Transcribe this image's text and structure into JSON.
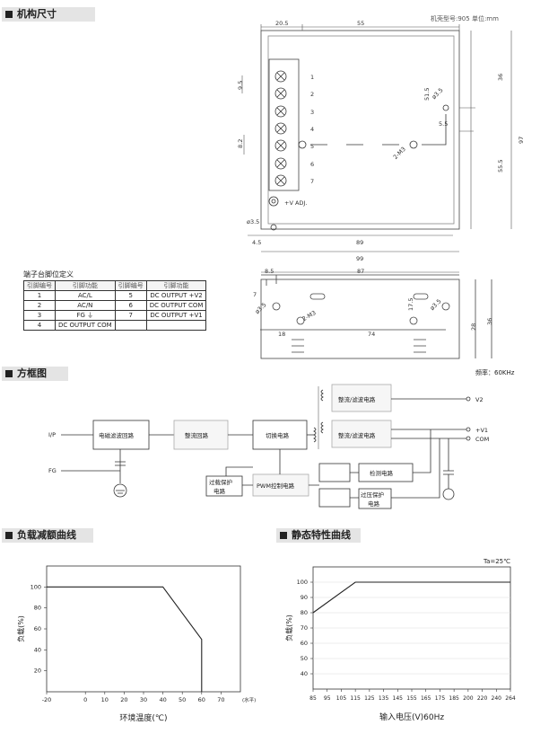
{
  "sections": {
    "mechanical": "机构尺寸",
    "block_diagram": "方框图",
    "derating": "负载减额曲线",
    "static": "静态特性曲线"
  },
  "case_info": "机壳型号:905   单位:mm",
  "frequency": "频率：60KHz",
  "dims": {
    "d20_5": "20.5",
    "d55": "55",
    "d9_5": "9.5",
    "d51_5": "51.5",
    "d8_2": "8.2",
    "d3_5a": "ø3.5",
    "d36a": "36",
    "d97": "97",
    "d5_5": "5.5",
    "d55_5": "55.5",
    "d2m3a": "2-M3",
    "d4_5": "4.5",
    "d89": "89",
    "d99": "99",
    "d3_5b": "ø3.5",
    "d8_5": "8.5",
    "d87": "87",
    "d7": "7",
    "d17_5": "17.5",
    "d2m3b": "2-M3",
    "d3_5c": "ø3.5",
    "d3_5d": "ø3.5",
    "d18": "18",
    "d74": "74",
    "d28": "28",
    "d36b": "36",
    "vadj": "+V ADJ.",
    "terminals": [
      "1",
      "2",
      "3",
      "4",
      "5",
      "6",
      "7"
    ]
  },
  "pin_table": {
    "title": "端子台脚位定义",
    "headers": [
      "引脚编号",
      "引脚功能",
      "引脚编号",
      "引脚功能"
    ],
    "rows": [
      [
        "1",
        "AC/L",
        "5",
        "DC OUTPUT +V2"
      ],
      [
        "2",
        "AC/N",
        "6",
        "DC OUTPUT COM"
      ],
      [
        "3",
        "FG ⏚",
        "7",
        "DC OUTPUT +V1"
      ],
      [
        "4",
        "DC OUTPUT COM",
        "",
        ""
      ]
    ]
  },
  "block": {
    "ip": "I/P",
    "fg": "FG",
    "emi": "电磁滤波回路",
    "rect": "整流回路",
    "switch": "切换电路",
    "rf1": "整流/滤波电路",
    "rf2": "整流/滤波电路",
    "v2": "V2",
    "v1": "+V1",
    "com": "COM",
    "ocp1": "过载保护",
    "ocp2": "电路",
    "pwm": "PWM控制电路",
    "detect": "检测电路",
    "ovp1": "过压保护",
    "ovp2": "电路"
  },
  "chart_data": [
    {
      "type": "line",
      "title": "负载减额曲线",
      "xlabel": "环境温度(℃)",
      "ylabel": "负载(%)",
      "x_ticks": [
        "-20",
        "0",
        "10",
        "20",
        "30",
        "40",
        "50",
        "60",
        "70"
      ],
      "x_unit": "(水平)",
      "y_ticks": [
        "20",
        "40",
        "60",
        "80",
        "100"
      ],
      "xlim": [
        -20,
        80
      ],
      "ylim": [
        0,
        120
      ],
      "series": [
        {
          "x": [
            -20,
            40,
            60,
            60
          ],
          "y": [
            100,
            100,
            50,
            0
          ]
        }
      ]
    },
    {
      "type": "line",
      "title": "静态特性曲线",
      "xlabel": "输入电压(V)60Hz",
      "ylabel": "负载(%)",
      "annotation": "Ta=25℃",
      "x_ticks": [
        "85",
        "95",
        "105",
        "115",
        "125",
        "135",
        "145",
        "155",
        "165",
        "175",
        "185",
        "200",
        "220",
        "240",
        "264"
      ],
      "y_ticks": [
        "40",
        "50",
        "60",
        "70",
        "80",
        "90",
        "100"
      ],
      "ylim": [
        30,
        110
      ],
      "series": [
        {
          "x": [
            "85",
            "115",
            "264"
          ],
          "y": [
            80,
            100,
            100
          ]
        }
      ]
    }
  ]
}
